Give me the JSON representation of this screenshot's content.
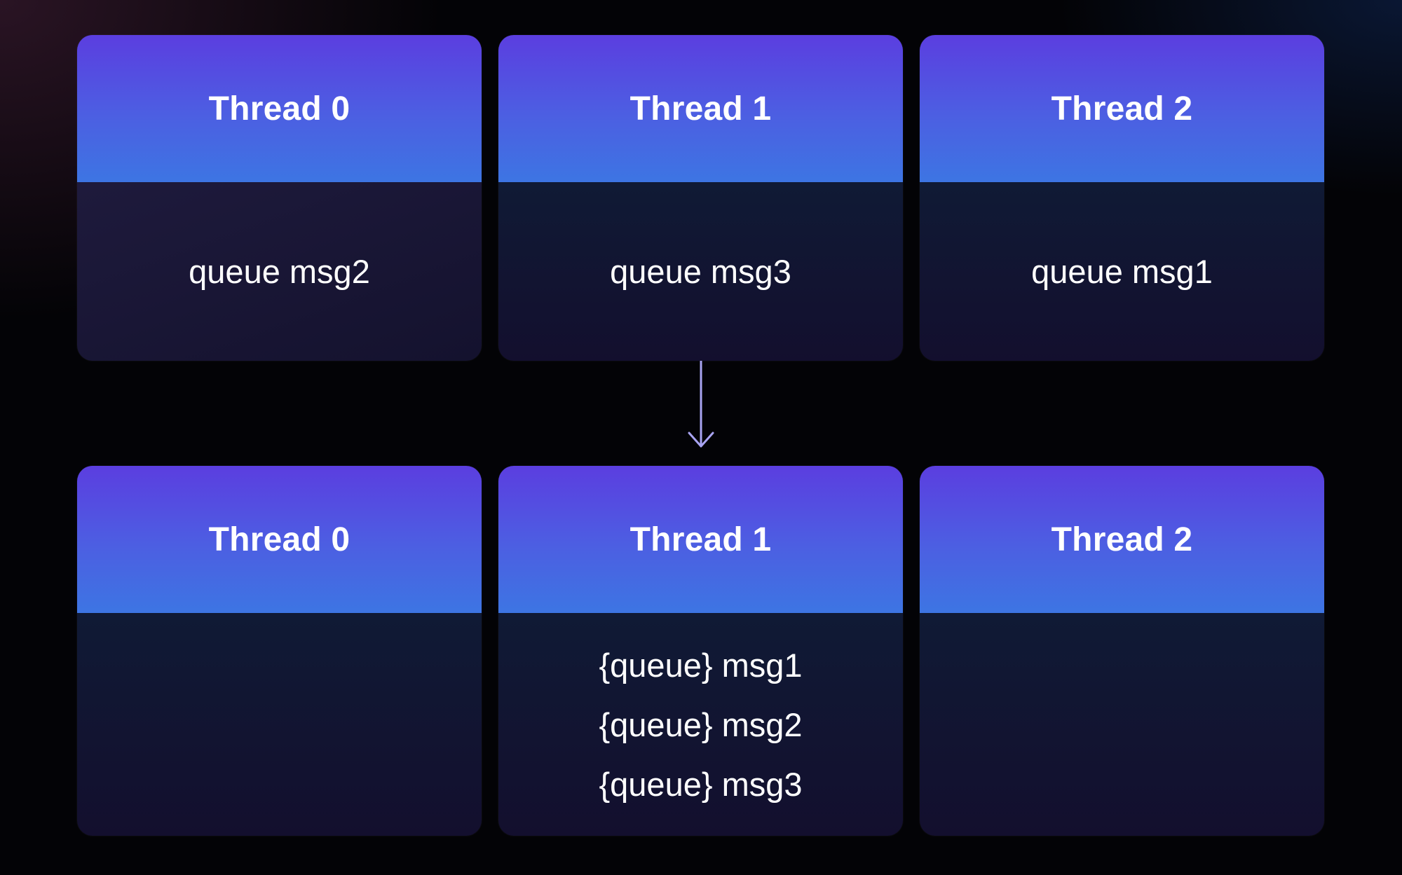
{
  "before": {
    "cards": [
      {
        "title": "Thread 0",
        "lines": [
          "queue msg2"
        ]
      },
      {
        "title": "Thread 1",
        "lines": [
          "queue msg3"
        ]
      },
      {
        "title": "Thread 2",
        "lines": [
          "queue msg1"
        ]
      }
    ]
  },
  "after": {
    "cards": [
      {
        "title": "Thread 0",
        "lines": []
      },
      {
        "title": "Thread 1",
        "lines": [
          "{queue} msg1",
          "{queue} msg2",
          "{queue} msg3"
        ]
      },
      {
        "title": "Thread 2",
        "lines": []
      }
    ]
  },
  "colors": {
    "header_top": "#5b3ee0",
    "header_bottom": "#3d75e3",
    "body": "#120f2e",
    "arrow": "#a9a4f2"
  },
  "icons": {
    "transition": "arrow-down-icon"
  }
}
